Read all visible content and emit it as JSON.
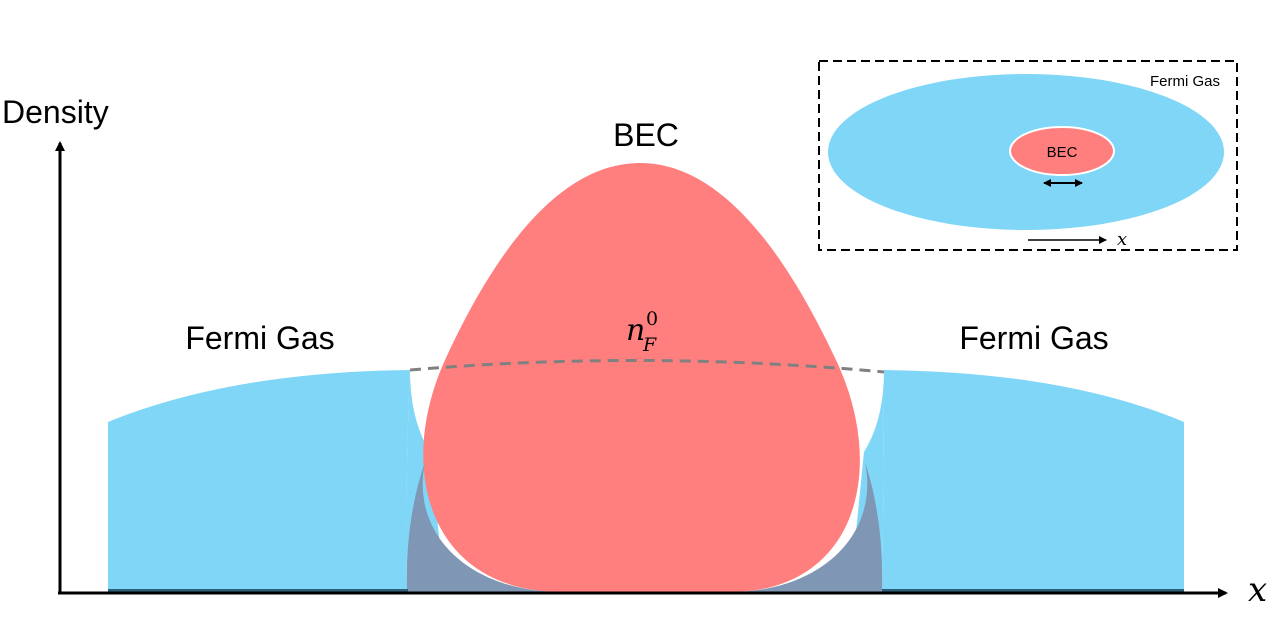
{
  "axes": {
    "y_label": "Density",
    "x_label": "x"
  },
  "labels": {
    "bec": "BEC",
    "fermi_gas_left": "Fermi Gas",
    "fermi_gas_right": "Fermi Gas",
    "density_symbol": "n",
    "density_subscript": "F",
    "density_superscript": "0"
  },
  "inset": {
    "fermi_gas": "Fermi Gas",
    "bec": "BEC",
    "axis_label": "x"
  },
  "colors": {
    "fermi_gas": "#7fd6f6",
    "bec": "#ff7f7f",
    "overlap": "#7f96b4",
    "axis": "#000000",
    "dashed_profile": "#808080"
  }
}
